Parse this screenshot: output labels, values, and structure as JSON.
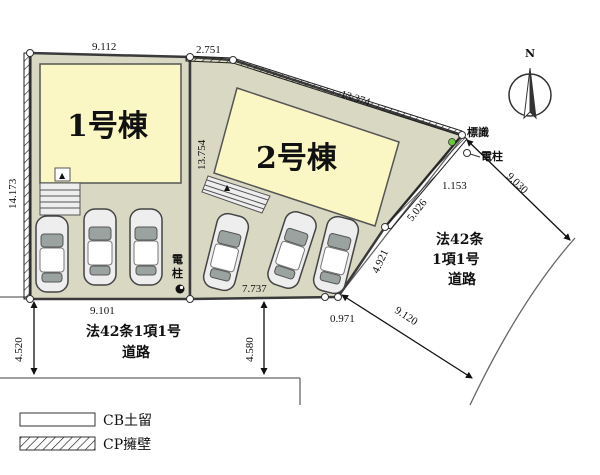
{
  "buildings": {
    "b1": "1号棟",
    "b2": "2号棟"
  },
  "dimensions": {
    "top_left": "9.112",
    "top_mid": "2.751",
    "top_right": "13.374",
    "left_side": "14.173",
    "divider": "13.754",
    "bottom_left": "9.101",
    "bottom_mid": "7.737",
    "right_lower": "4.921",
    "right_mid": "5.026",
    "right_top": "1.153",
    "corner": "0.971",
    "road_south_a": "4.520",
    "road_south_b": "4.580",
    "road_east_a": "9.030",
    "road_east_b": "9.120"
  },
  "roads": {
    "south_line1": "法42条1項1号",
    "south_line2": "道路",
    "east_line1": "法42条",
    "east_line2": "1項1号",
    "east_line3": "道路"
  },
  "labels": {
    "pole_lot_top": "電",
    "pole_lot_bottom": "柱",
    "sign": "標識",
    "pole_road": "電柱",
    "north": "N"
  },
  "legend": [
    {
      "label": "CB土留"
    },
    {
      "label": "CP擁壁"
    }
  ],
  "colors": {
    "lot": "#d9d8c2",
    "building": "#fbf7c4",
    "parking": "#c9cfc7",
    "outline": "#3a3a3a",
    "marker": "#69c93a"
  }
}
